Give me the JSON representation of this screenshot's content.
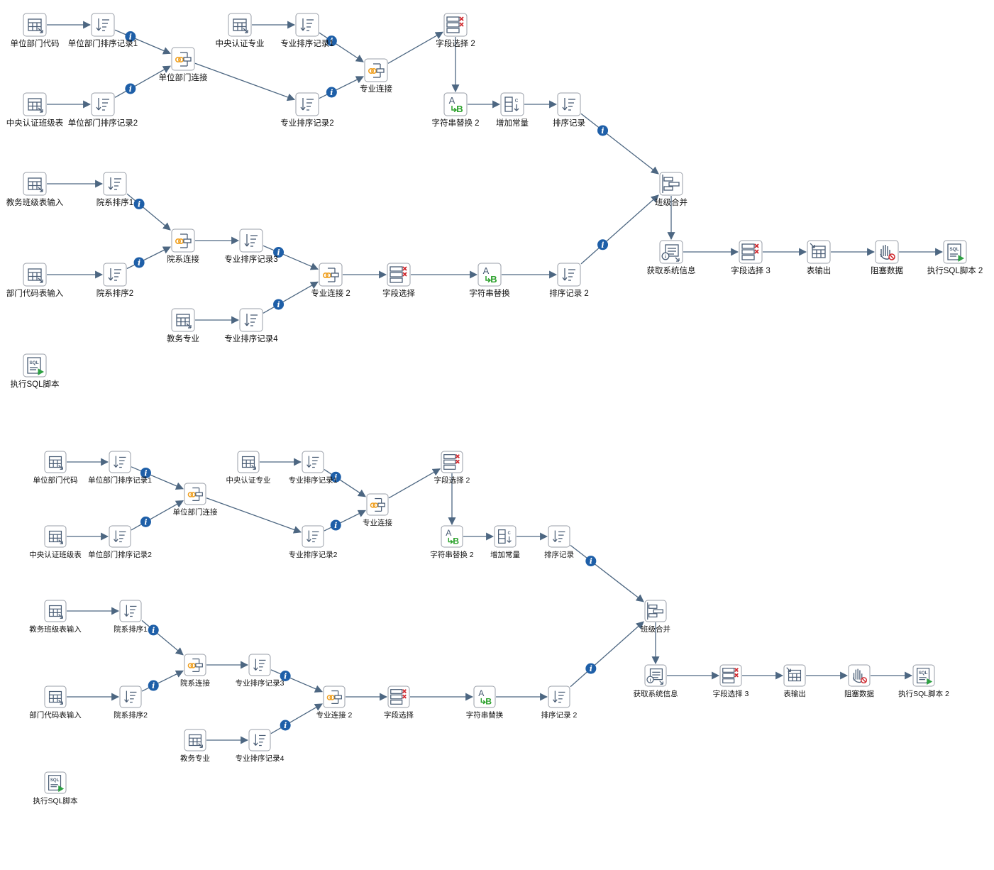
{
  "diagrams": [
    {
      "label_size": 11.5,
      "nodes": [
        {
          "id": "a1",
          "label": "单位部门代码",
          "icon": "table-input-icon"
        },
        {
          "id": "a2",
          "label": "单位部门排序记录1",
          "icon": "sort-rows-icon"
        },
        {
          "id": "a3",
          "label": "中央认证班级表",
          "icon": "table-input-icon"
        },
        {
          "id": "a4",
          "label": "单位部门排序记录2",
          "icon": "sort-rows-icon"
        },
        {
          "id": "a5",
          "label": "单位部门连接",
          "icon": "merge-join-icon"
        },
        {
          "id": "a6",
          "label": "中央认证专业",
          "icon": "table-input-icon"
        },
        {
          "id": "a7",
          "label": "专业排序记录1",
          "icon": "sort-rows-icon"
        },
        {
          "id": "a8",
          "label": "专业排序记录2",
          "icon": "sort-rows-icon"
        },
        {
          "id": "a9",
          "label": "专业连接",
          "icon": "merge-join-icon"
        },
        {
          "id": "a10",
          "label": "字段选择 2",
          "icon": "select-values-icon"
        },
        {
          "id": "a11",
          "label": "字符串替换 2",
          "icon": "string-replace-icon"
        },
        {
          "id": "a12",
          "label": "增加常量",
          "icon": "add-constants-icon"
        },
        {
          "id": "a13",
          "label": "排序记录",
          "icon": "sort-rows-icon"
        },
        {
          "id": "a14",
          "label": "班级合并",
          "icon": "append-streams-icon"
        },
        {
          "id": "b1",
          "label": "教务班级表输入",
          "icon": "table-input-icon"
        },
        {
          "id": "b2",
          "label": "院系排序1",
          "icon": "sort-rows-icon"
        },
        {
          "id": "b3",
          "label": "部门代码表输入",
          "icon": "table-input-icon"
        },
        {
          "id": "b4",
          "label": "院系排序2",
          "icon": "sort-rows-icon"
        },
        {
          "id": "b5",
          "label": "院系连接",
          "icon": "merge-join-icon"
        },
        {
          "id": "b6",
          "label": "专业排序记录3",
          "icon": "sort-rows-icon"
        },
        {
          "id": "b7",
          "label": "教务专业",
          "icon": "table-input-icon"
        },
        {
          "id": "b8",
          "label": "专业排序记录4",
          "icon": "sort-rows-icon"
        },
        {
          "id": "b9",
          "label": "专业连接 2",
          "icon": "merge-join-icon"
        },
        {
          "id": "b10",
          "label": "字段选择",
          "icon": "select-values-icon"
        },
        {
          "id": "b11",
          "label": "字符串替换",
          "icon": "string-replace-icon"
        },
        {
          "id": "b12",
          "label": "排序记录 2",
          "icon": "sort-rows-icon"
        },
        {
          "id": "c1",
          "label": "获取系统信息",
          "icon": "system-info-icon"
        },
        {
          "id": "c2",
          "label": "字段选择 3",
          "icon": "select-values-icon"
        },
        {
          "id": "c3",
          "label": "表输出",
          "icon": "table-output-icon"
        },
        {
          "id": "c4",
          "label": "阻塞数据",
          "icon": "blocking-step-icon"
        },
        {
          "id": "c5",
          "label": "执行SQL脚本 2",
          "icon": "sql-script-icon"
        },
        {
          "id": "d1",
          "label": "执行SQL脚本",
          "icon": "sql-script-icon"
        }
      ],
      "edges": [
        {
          "from": "a1",
          "to": "a2"
        },
        {
          "from": "a2",
          "to": "a5",
          "info": true
        },
        {
          "from": "a3",
          "to": "a4"
        },
        {
          "from": "a4",
          "to": "a5",
          "info": true
        },
        {
          "from": "a5",
          "to": "a8"
        },
        {
          "from": "a6",
          "to": "a7"
        },
        {
          "from": "a7",
          "to": "a9",
          "info": true
        },
        {
          "from": "a8",
          "to": "a9",
          "info": true
        },
        {
          "from": "a9",
          "to": "a10"
        },
        {
          "from": "a10",
          "to": "a11"
        },
        {
          "from": "a11",
          "to": "a12"
        },
        {
          "from": "a12",
          "to": "a13"
        },
        {
          "from": "a13",
          "to": "a14",
          "info": true
        },
        {
          "from": "b1",
          "to": "b2"
        },
        {
          "from": "b2",
          "to": "b5",
          "info": true
        },
        {
          "from": "b3",
          "to": "b4"
        },
        {
          "from": "b4",
          "to": "b5",
          "info": true
        },
        {
          "from": "b5",
          "to": "b6"
        },
        {
          "from": "b6",
          "to": "b9",
          "info": true
        },
        {
          "from": "b7",
          "to": "b8"
        },
        {
          "from": "b8",
          "to": "b9",
          "info": true
        },
        {
          "from": "b9",
          "to": "b10"
        },
        {
          "from": "b10",
          "to": "b11"
        },
        {
          "from": "b11",
          "to": "b12"
        },
        {
          "from": "b12",
          "to": "a14",
          "info": true
        },
        {
          "from": "a14",
          "to": "c1"
        },
        {
          "from": "c1",
          "to": "c2"
        },
        {
          "from": "c2",
          "to": "c3"
        },
        {
          "from": "c3",
          "to": "c4"
        },
        {
          "from": "c4",
          "to": "c5"
        }
      ]
    },
    {
      "label_size": 10.5,
      "nodes": [
        {
          "id": "a1",
          "label": "单位部门代码",
          "icon": "table-input-icon"
        },
        {
          "id": "a2",
          "label": "单位部门排序记录1",
          "icon": "sort-rows-icon"
        },
        {
          "id": "a3",
          "label": "中央认证班级表",
          "icon": "table-input-icon"
        },
        {
          "id": "a4",
          "label": "单位部门排序记录2",
          "icon": "sort-rows-icon"
        },
        {
          "id": "a5",
          "label": "单位部门连接",
          "icon": "merge-join-icon"
        },
        {
          "id": "a6",
          "label": "中央认证专业",
          "icon": "table-input-icon"
        },
        {
          "id": "a7",
          "label": "专业排序记录1",
          "icon": "sort-rows-icon"
        },
        {
          "id": "a8",
          "label": "专业排序记录2",
          "icon": "sort-rows-icon"
        },
        {
          "id": "a9",
          "label": "专业连接",
          "icon": "merge-join-icon"
        },
        {
          "id": "a10",
          "label": "字段选择 2",
          "icon": "select-values-icon"
        },
        {
          "id": "a11",
          "label": "字符串替换 2",
          "icon": "string-replace-icon"
        },
        {
          "id": "a12",
          "label": "增加常量",
          "icon": "add-constants-icon"
        },
        {
          "id": "a13",
          "label": "排序记录",
          "icon": "sort-rows-icon"
        },
        {
          "id": "a14",
          "label": "班级合并",
          "icon": "append-streams-icon"
        },
        {
          "id": "b1",
          "label": "教务班级表输入",
          "icon": "table-input-icon"
        },
        {
          "id": "b2",
          "label": "院系排序1",
          "icon": "sort-rows-icon"
        },
        {
          "id": "b3",
          "label": "部门代码表输入",
          "icon": "table-input-icon"
        },
        {
          "id": "b4",
          "label": "院系排序2",
          "icon": "sort-rows-icon"
        },
        {
          "id": "b5",
          "label": "院系连接",
          "icon": "merge-join-icon"
        },
        {
          "id": "b6",
          "label": "专业排序记录3",
          "icon": "sort-rows-icon"
        },
        {
          "id": "b7",
          "label": "教务专业",
          "icon": "table-input-icon"
        },
        {
          "id": "b8",
          "label": "专业排序记录4",
          "icon": "sort-rows-icon"
        },
        {
          "id": "b9",
          "label": "专业连接 2",
          "icon": "merge-join-icon"
        },
        {
          "id": "b10",
          "label": "字段选择",
          "icon": "select-values-icon"
        },
        {
          "id": "b11",
          "label": "字符串替换",
          "icon": "string-replace-icon"
        },
        {
          "id": "b12",
          "label": "排序记录 2",
          "icon": "sort-rows-icon"
        },
        {
          "id": "c1",
          "label": "获取系统信息",
          "icon": "system-info-icon"
        },
        {
          "id": "c2",
          "label": "字段选择 3",
          "icon": "select-values-icon"
        },
        {
          "id": "c3",
          "label": "表输出",
          "icon": "table-output-icon"
        },
        {
          "id": "c4",
          "label": "阻塞数据",
          "icon": "blocking-step-icon"
        },
        {
          "id": "c5",
          "label": "执行SQL脚本 2",
          "icon": "sql-script-icon"
        },
        {
          "id": "d1",
          "label": "执行SQL脚本",
          "icon": "sql-script-icon"
        }
      ],
      "edges": [
        {
          "from": "a1",
          "to": "a2"
        },
        {
          "from": "a2",
          "to": "a5",
          "info": true
        },
        {
          "from": "a3",
          "to": "a4"
        },
        {
          "from": "a4",
          "to": "a5",
          "info": true
        },
        {
          "from": "a5",
          "to": "a8"
        },
        {
          "from": "a6",
          "to": "a7"
        },
        {
          "from": "a7",
          "to": "a9",
          "info": true
        },
        {
          "from": "a8",
          "to": "a9",
          "info": true
        },
        {
          "from": "a9",
          "to": "a10"
        },
        {
          "from": "a10",
          "to": "a11"
        },
        {
          "from": "a11",
          "to": "a12"
        },
        {
          "from": "a12",
          "to": "a13"
        },
        {
          "from": "a13",
          "to": "a14",
          "info": true
        },
        {
          "from": "b1",
          "to": "b2"
        },
        {
          "from": "b2",
          "to": "b5",
          "info": true
        },
        {
          "from": "b3",
          "to": "b4"
        },
        {
          "from": "b4",
          "to": "b5",
          "info": true
        },
        {
          "from": "b5",
          "to": "b6"
        },
        {
          "from": "b6",
          "to": "b9",
          "info": true
        },
        {
          "from": "b7",
          "to": "b8"
        },
        {
          "from": "b8",
          "to": "b9",
          "info": true
        },
        {
          "from": "b9",
          "to": "b10"
        },
        {
          "from": "b10",
          "to": "b11"
        },
        {
          "from": "b11",
          "to": "b12"
        },
        {
          "from": "b12",
          "to": "a14",
          "info": true
        },
        {
          "from": "a14",
          "to": "c1"
        },
        {
          "from": "c1",
          "to": "c2"
        },
        {
          "from": "c2",
          "to": "c3"
        },
        {
          "from": "c3",
          "to": "c4"
        },
        {
          "from": "c4",
          "to": "c5"
        }
      ]
    }
  ],
  "info_glyph": "i",
  "colors": {
    "edge": "#4d6782",
    "info_badge": "#1e5fa8",
    "icon_stroke": "#4a5d75",
    "join_rings": "#f0a020",
    "x_marks": "#d0282e",
    "string_b": "#2aa02a",
    "play_green": "#2ea043"
  }
}
